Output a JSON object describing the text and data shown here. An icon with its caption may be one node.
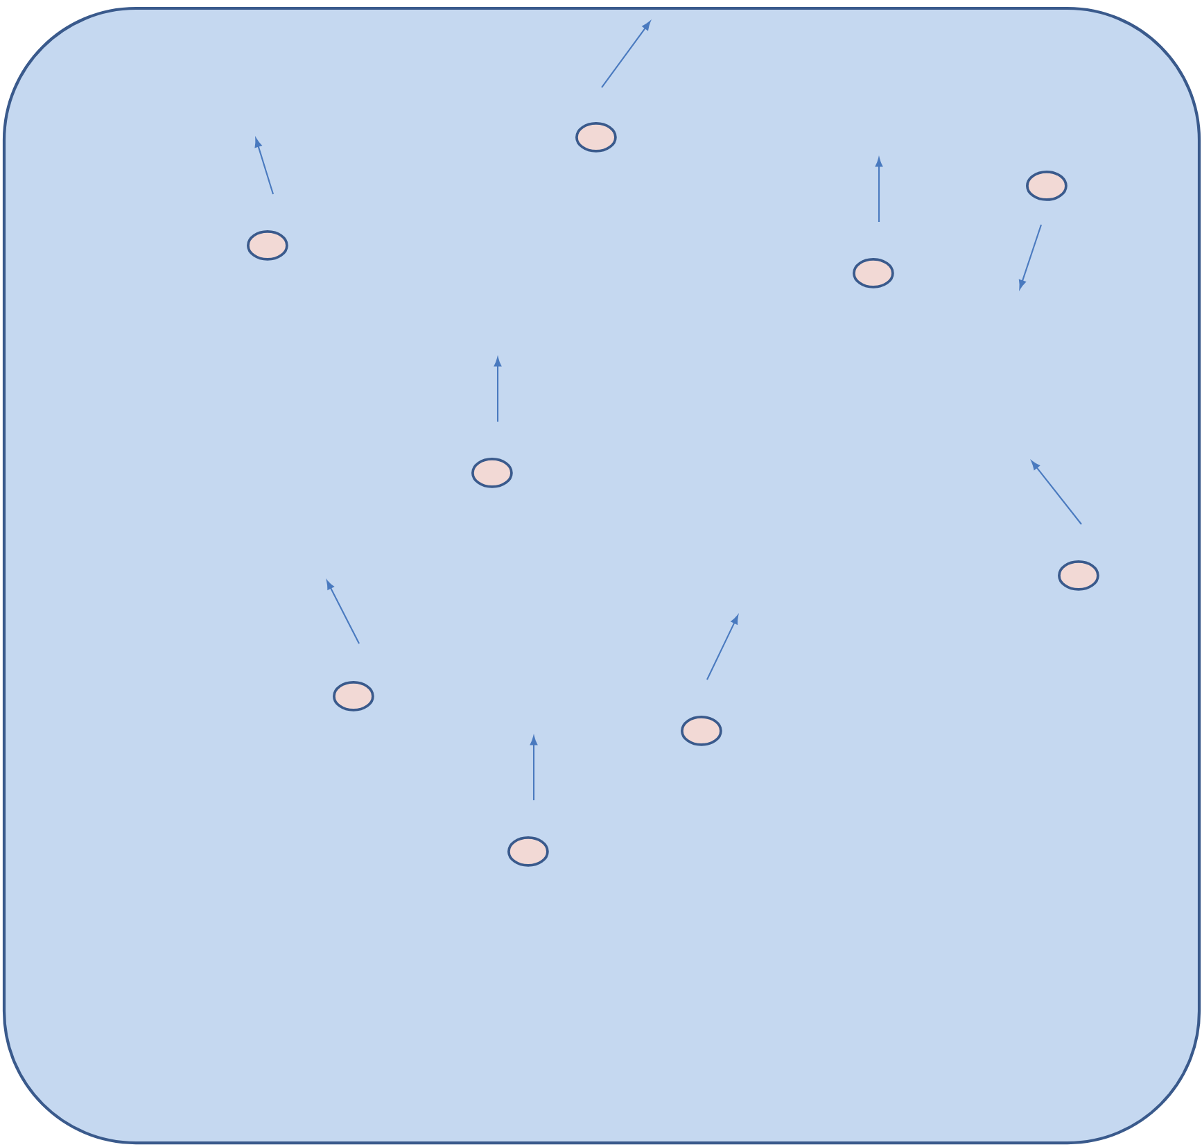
{
  "diagram": {
    "nodes": [
      {
        "text": [],
        "shape": "box"
      },
      {
        "text": [],
        "shape": "circle",
        "in": 0
      },
      {
        "text": [],
        "shape": "circle",
        "in": 0
      },
      {
        "text": [],
        "shape": "circle",
        "in": 0
      },
      {
        "text": [],
        "shape": "circle",
        "in": 0
      },
      {
        "text": [],
        "shape": "circle",
        "in": 0
      },
      {
        "text": [],
        "shape": "circle",
        "in": 0
      },
      {
        "text": [],
        "shape": "circle",
        "in": 0
      },
      {
        "text": [],
        "shape": "circle",
        "in": 0
      },
      {
        "text": [],
        "shape": "circle",
        "in": 0
      }
    ]
  }
}
